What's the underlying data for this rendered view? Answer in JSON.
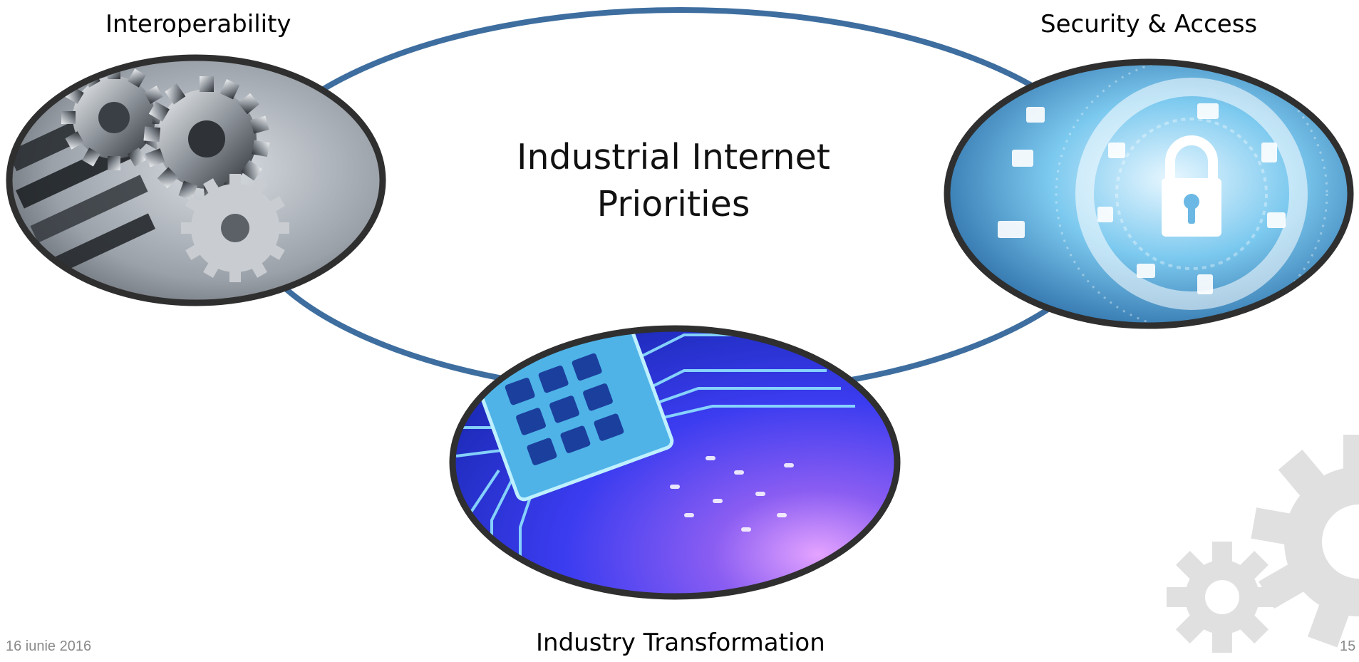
{
  "slide": {
    "title_line1": "Industrial Internet",
    "title_line2": "Priorities",
    "labels": {
      "left": "Interoperability",
      "right": "Security & Access",
      "bottom": "Industry Transformation"
    },
    "footer": {
      "date": "16 iunie 2016",
      "page_number": "15"
    }
  },
  "images": {
    "left": "gears-photo",
    "right": "lock-security-icon",
    "bottom": "circuit-chip"
  },
  "colors": {
    "ring": "#3e6e9f",
    "ellipse_border": "#2f2f2f",
    "watermark_gear": "#e0e0e0"
  }
}
